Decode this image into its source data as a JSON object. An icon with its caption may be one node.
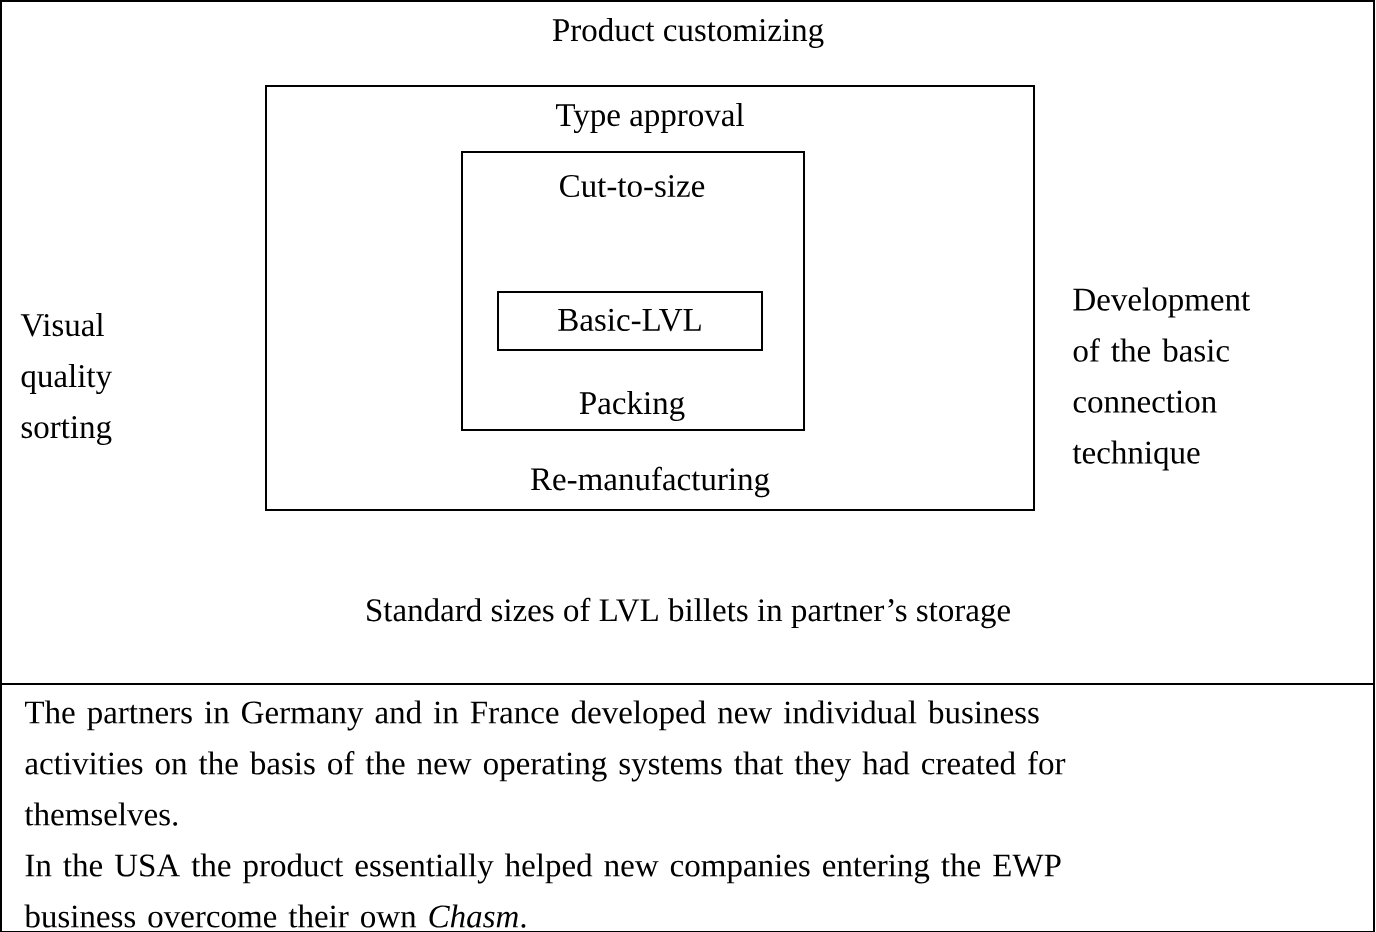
{
  "diagram": {
    "nodes": [
      {
        "text": [
          "Product customizing",
          "Visual quality sorting",
          "Development of the basic connection technique",
          "Standard sizes of LVL billets in partner’s storage"
        ]
      },
      {
        "text": [
          "Type approval",
          "Re-manufacturing"
        ],
        "in": 0
      },
      {
        "text": [
          "Cut-to-size",
          "Packing"
        ],
        "in": 1
      },
      {
        "text": [
          "Basic-LVL"
        ],
        "in": 2
      },
      {
        "text": [
          "The partners in Germany and in France developed new individual business activities on the basis of the new operating systems that they had created for themselves.",
          "In the USA the product essentially helped new companies entering the EWP business overcome their own *Chasm*."
        ]
      }
    ]
  }
}
